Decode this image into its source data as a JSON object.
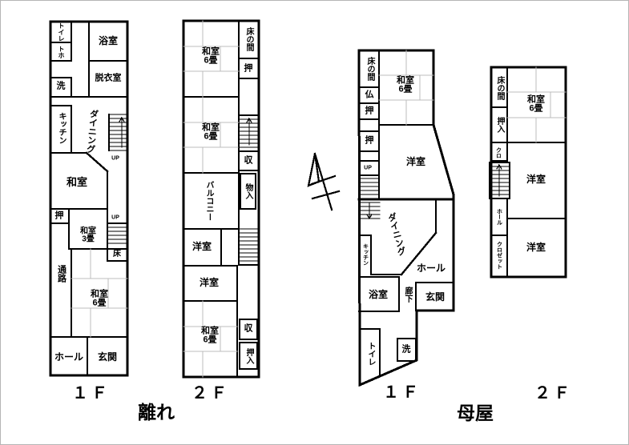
{
  "colors": {
    "wall": "#000000",
    "tatami": "#bcbcbc",
    "background": "#ffffff"
  },
  "captions": {
    "hanare_1f": "１Ｆ",
    "hanare_2f": "２Ｆ",
    "hanare_name": "離れ",
    "omoya_1f": "１Ｆ",
    "omoya_2f": "２Ｆ",
    "omoya_name": "母屋"
  },
  "hanare_1f": {
    "toilet": "トイレ",
    "toilet_sub": "トホ",
    "bath": "浴室",
    "dressing_room": "脱衣室",
    "laundry": "洗",
    "kitchen": "キッチン",
    "dining": "ダイニング",
    "stairs_up_1": "UP",
    "washitsu": "和室",
    "closet": "押",
    "washitsu_3": "和室\n3畳",
    "stairs_up_2": "UP",
    "tokonoma": "床",
    "passage": "通路",
    "washitsu_6": "和室\n6畳",
    "hall": "ホール",
    "entrance": "玄関"
  },
  "hanare_2f": {
    "washitsu_6_a": "和室\n6畳",
    "tokonoma": "床の間",
    "closet": "押",
    "washitsu_6_b": "和室\n6畳",
    "storage_a": "収",
    "storage_closet": "物入",
    "balcony": "バルコニー",
    "western_a": "洋室",
    "western_b": "洋室",
    "washitsu_6_c": "和室\n6畳",
    "storage_b": "収",
    "oshiire": "押入"
  },
  "omoya_1f": {
    "tokonoma": "床の間",
    "butsudan": "仏",
    "closet_a": "押",
    "washitsu_6": "和室\n6畳",
    "closet_b": "押",
    "stairs_up": "UP",
    "western": "洋室",
    "dining": "ダイニング",
    "kitchen": "キッチン",
    "hall": "ホール",
    "bath": "浴室",
    "corridor": "廊下",
    "entrance": "玄関",
    "toilet": "トイレ",
    "laundry": "洗"
  },
  "omoya_2f": {
    "tokonoma": "床の間",
    "oshiire": "押入",
    "washitsu_6": "和室\n6畳",
    "closet_small": "クロ",
    "western_a": "洋室",
    "hall": "ホール",
    "closet": "クロゼット",
    "western_b": "洋室"
  }
}
